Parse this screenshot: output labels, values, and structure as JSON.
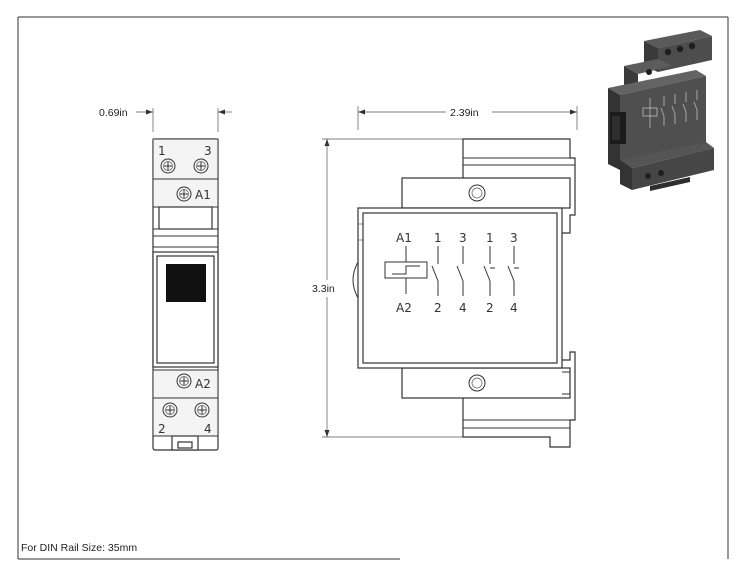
{
  "dimensions": {
    "width": "0.69in",
    "depth": "2.39in",
    "height": "3.3in"
  },
  "front_view": {
    "top_terminals": [
      "1",
      "3"
    ],
    "coil_top": "A1",
    "coil_bottom": "A2",
    "bottom_terminals": [
      "2",
      "4"
    ]
  },
  "schematic": {
    "coil_top": "A1",
    "coil_bottom": "A2",
    "contact_top": [
      "1",
      "3",
      "1",
      "3"
    ],
    "contact_bottom": [
      "2",
      "4",
      "2",
      "4"
    ]
  },
  "note": "For DIN Rail Size: 35mm"
}
